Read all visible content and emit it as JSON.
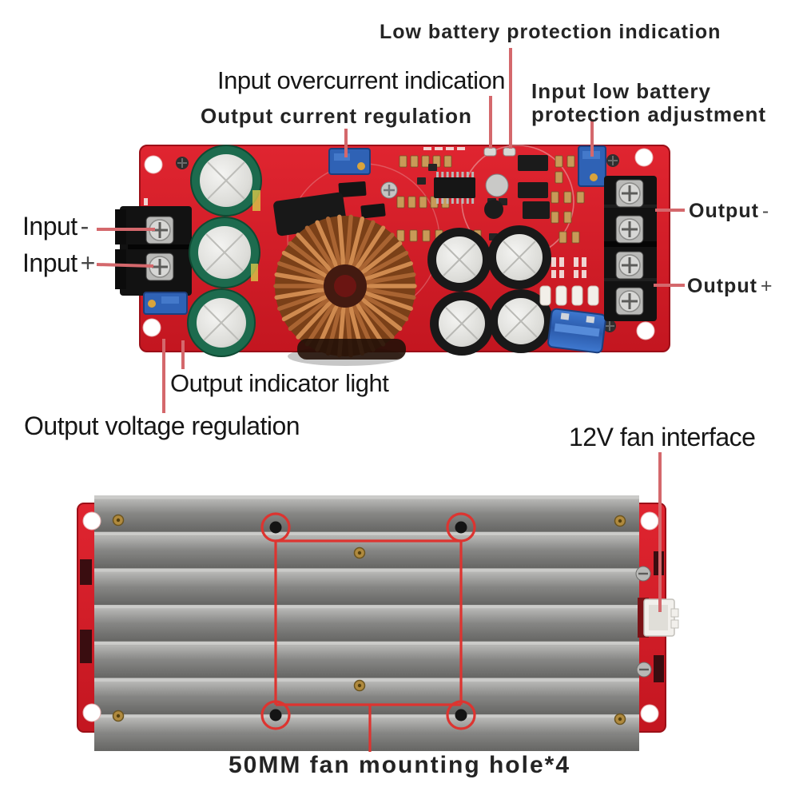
{
  "labels": {
    "low_battery_protection_indication": "Low battery protection indication",
    "input_overcurrent_indication": "Input overcurrent indication",
    "output_current_regulation": "Output current regulation",
    "input_low_battery_line1": "Input low battery",
    "input_low_battery_line2": "protection adjustment",
    "input_minus": {
      "text": "Input",
      "sign": "-"
    },
    "input_plus": {
      "text": "Input",
      "sign": "+"
    },
    "output_minus": {
      "text": "Output",
      "sign": "-"
    },
    "output_plus": {
      "text": "Output",
      "sign": "+"
    },
    "output_indicator_light": "Output indicator light",
    "output_voltage_regulation": "Output voltage regulation",
    "fan_interface": "12V fan interface",
    "fan_mounting_hole": "50MM fan mounting hole*4"
  },
  "colors": {
    "pcb_red": "#d81e28",
    "leader_line": "#d4686c",
    "annotation_red": "#dd3430",
    "heatsink_grey": "#8f8f8f",
    "trimmer_blue": "#2f62b5",
    "copper": "#c07840",
    "label_text": "#1c1c1c"
  }
}
